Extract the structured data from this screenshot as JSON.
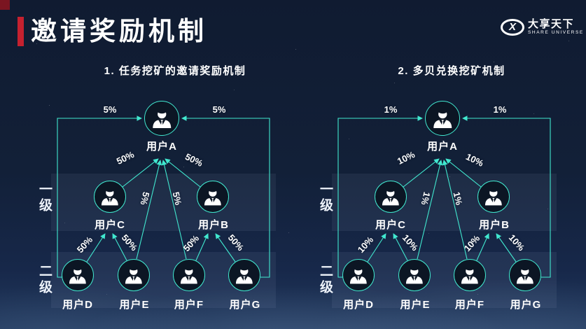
{
  "slide": {
    "title": "邀请奖励机制",
    "logo": {
      "symbol": "X",
      "brand_cn": "大享天下",
      "brand_en": "SHARE UNIVERSE"
    }
  },
  "colors": {
    "accent_teal": "#41e8cf",
    "title_bar_red": "#c5212f",
    "corner_red": "#7b1521",
    "background_navy": "#122038"
  },
  "diagrams": [
    {
      "subtitle": "1. 任务挖矿的邀请奖励机制",
      "level1_label": "一级",
      "level2_label": "二级",
      "nodes": {
        "a": "用户A",
        "b": "用户B",
        "c": "用户C",
        "d": "用户D",
        "e": "用户E",
        "f": "用户F",
        "g": "用户G"
      },
      "edges": {
        "outer_left": "5%",
        "outer_right": "5%",
        "c_to_a": "50%",
        "b_to_a": "50%",
        "e_to_a": "5%",
        "f_to_a": "5%",
        "d_to_c": "50%",
        "e_to_c": "50%",
        "f_to_b": "50%",
        "g_to_b": "50%"
      }
    },
    {
      "subtitle": "2. 多贝兑换挖矿机制",
      "level1_label": "一级",
      "level2_label": "二级",
      "nodes": {
        "a": "用户A",
        "b": "用户B",
        "c": "用户C",
        "d": "用户D",
        "e": "用户E",
        "f": "用户F",
        "g": "用户G"
      },
      "edges": {
        "outer_left": "1%",
        "outer_right": "1%",
        "c_to_a": "10%",
        "b_to_a": "10%",
        "e_to_a": "1%",
        "f_to_a": "1%",
        "d_to_c": "10%",
        "e_to_c": "10%",
        "f_to_b": "10%",
        "g_to_b": "10%"
      }
    }
  ]
}
